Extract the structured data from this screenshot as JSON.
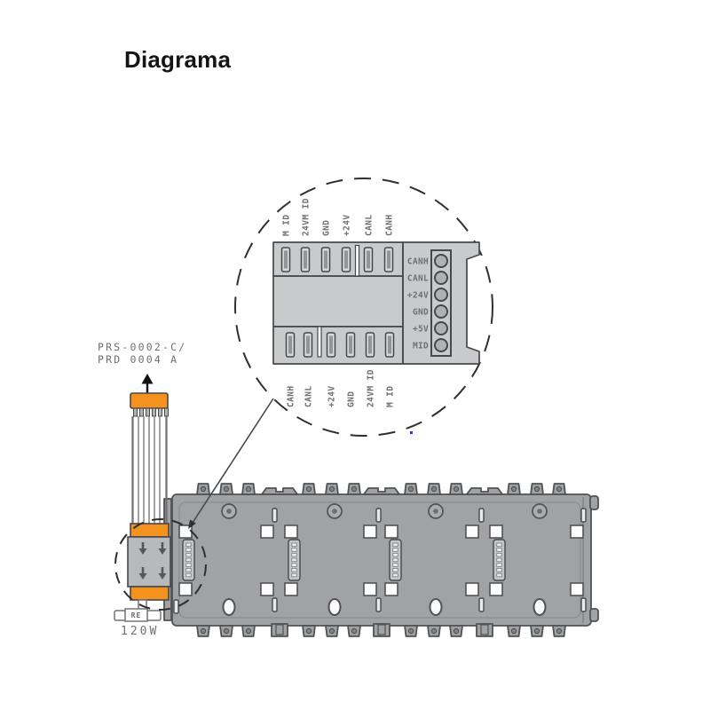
{
  "title": "Diagrama",
  "detail": {
    "top_pins": [
      "M ID",
      "24VM ID",
      "GND",
      "+24V",
      "CANL",
      "CANH"
    ],
    "bottom_pins": [
      "CANH",
      "CANL",
      "+24V",
      "GND",
      "24VM ID",
      "M ID"
    ],
    "terminals": [
      "CANH",
      "CANL",
      "+24V",
      "GND",
      "+5V",
      "MID"
    ]
  },
  "cable": {
    "part_number_line1": "PRS-0002-C/",
    "part_number_line2": "PRD 0004 A"
  },
  "terminator": {
    "label": "RE",
    "value": "120W"
  },
  "colors": {
    "accent_orange": "#f5921f",
    "rail_gray": "#a1a2a4",
    "connector_gray": "#c9cacc",
    "label_gray": "#6e6f72"
  }
}
